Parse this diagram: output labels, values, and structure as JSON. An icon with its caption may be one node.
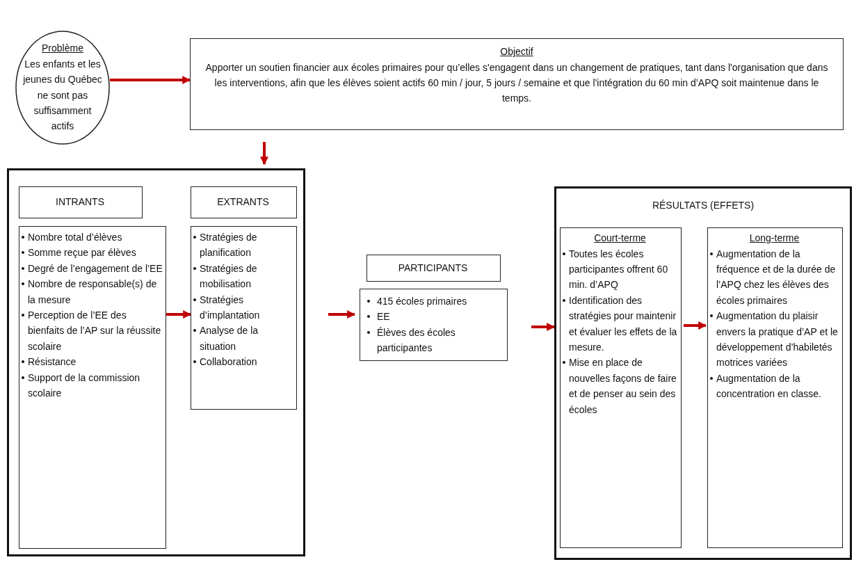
{
  "diagram": {
    "nodes": [
      {
        "text": [
          "Problème",
          "Les enfants et les jeunes du Québec ne sont pas suffisamment actifs"
        ]
      },
      {
        "text": [
          "Objectif",
          "Apporter un soutien financier aux écoles primaires pour qu’elles s'engagent dans un changement de pratiques, tant dans l'organisation que dans les interventions, afin que les élèves soient actifs 60 min / jour, 5 jours / semaine et que l'intégration du 60 min d’APQ soit maintenue dans le temps."
        ]
      },
      {
        "text": [],
        "shape": "box"
      },
      {
        "text": [
          "INTRANTS"
        ],
        "in": 2
      },
      {
        "text": [
          "Nombre total d’élèves",
          "Somme reçue par élèves",
          "Degré de l’engagement de l’EE",
          "Nombre de responsable(s) de la mesure",
          "Perception de l’EE des bienfaits de l’AP sur la réussite scolaire",
          "Résistance",
          "Support de la commission scolaire"
        ],
        "in": 2
      },
      {
        "text": [
          "EXTRANTS"
        ],
        "in": 2
      },
      {
        "text": [
          "Stratégies de planification",
          "Stratégies de mobilisation",
          "Stratégies d’implantation",
          "Analyse de la situation",
          "Collaboration"
        ],
        "in": 2
      },
      {
        "text": [
          "PARTICIPANTS"
        ]
      },
      {
        "text": [
          "415 écoles primaires",
          "EE",
          "Élèves des écoles participantes"
        ]
      },
      {
        "text": [
          "RÉSULTATS (EFFETS)"
        ]
      },
      {
        "text": [
          "Court-terme",
          "Toutes les écoles participantes offrent 60 min. d’APQ",
          "Identification des stratégies pour maintenir et évaluer les effets de la mesure.",
          "Mise en place de nouvelles façons de faire et de penser au sein des écoles"
        ],
        "in": 9
      },
      {
        "text": [
          "Long-terme",
          "Augmentation de la fréquence et de la durée de l’APQ chez les élèves des écoles primaires",
          "Augmentation du plaisir envers la pratique d’AP et le développement d’habiletés motrices variées",
          "Augmentation de la concentration en classe."
        ],
        "in": 9
      }
    ],
    "edges": [
      {
        "from": 0,
        "to": 1,
        "arrow": "to"
      },
      {
        "from": 1,
        "to": 2,
        "arrow": "to"
      },
      {
        "from": 4,
        "to": 6,
        "arrow": "to"
      },
      {
        "from": 2,
        "to": 8,
        "arrow": "to"
      },
      {
        "from": 8,
        "to": 9,
        "arrow": "to"
      },
      {
        "from": 10,
        "to": 11,
        "arrow": "to"
      }
    ]
  }
}
